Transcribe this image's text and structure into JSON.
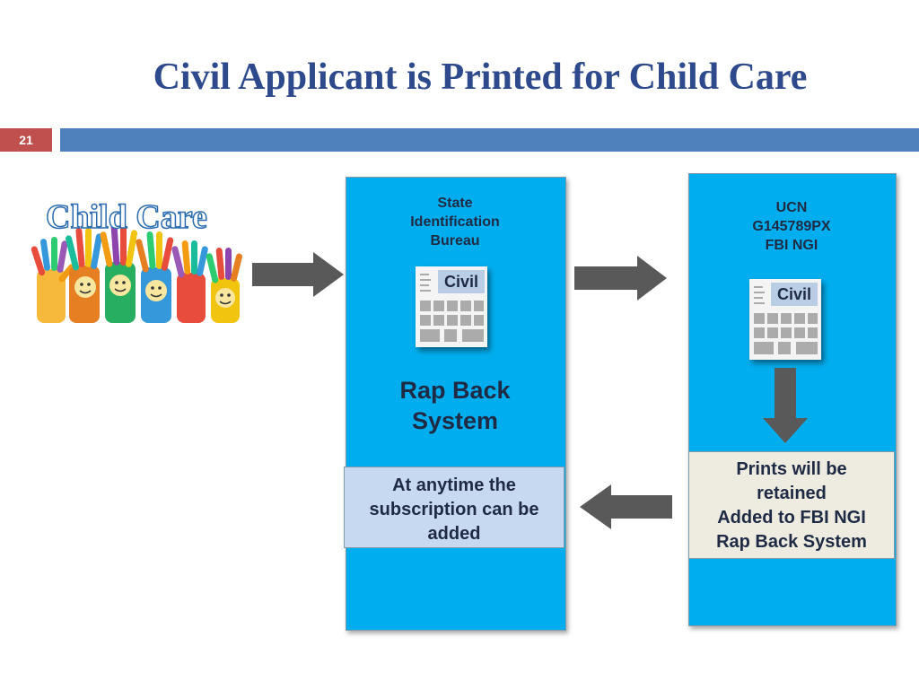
{
  "title": "Civil Applicant is Printed for Child Care",
  "slide_number": "21",
  "child_care_logo": {
    "text": "Child Care"
  },
  "state_panel": {
    "header_lines": [
      "State",
      "Identification",
      "Bureau"
    ],
    "card_label": "Civil",
    "system_lines": [
      "Rap Back",
      "System"
    ],
    "note_lines": [
      "At anytime the",
      "subscription can be",
      "added"
    ]
  },
  "fbi_panel": {
    "header_lines": [
      "UCN",
      "G145789PX",
      "FBI NGI"
    ],
    "card_label": "Civil",
    "note_lines": [
      "Prints will be",
      "retained",
      "Added to  FBI NGI",
      "Rap  Back System"
    ]
  },
  "colors": {
    "title": "#2E4A8C",
    "slide_number_bg": "#C0504D",
    "header_bar": "#4F81BD",
    "panel": "#00AEEF",
    "civil_tag": "#B9CDE5",
    "note_blue": "#C6D9F1",
    "note_beige": "#EEECE1",
    "arrow": "#595959"
  },
  "icons": {
    "arrows": [
      "arrow-right-icon",
      "arrow-right-icon",
      "arrow-down-icon",
      "arrow-left-icon"
    ],
    "fingerprint_card": "fingerprint-card-icon",
    "hands": "painted-hands-icon"
  }
}
